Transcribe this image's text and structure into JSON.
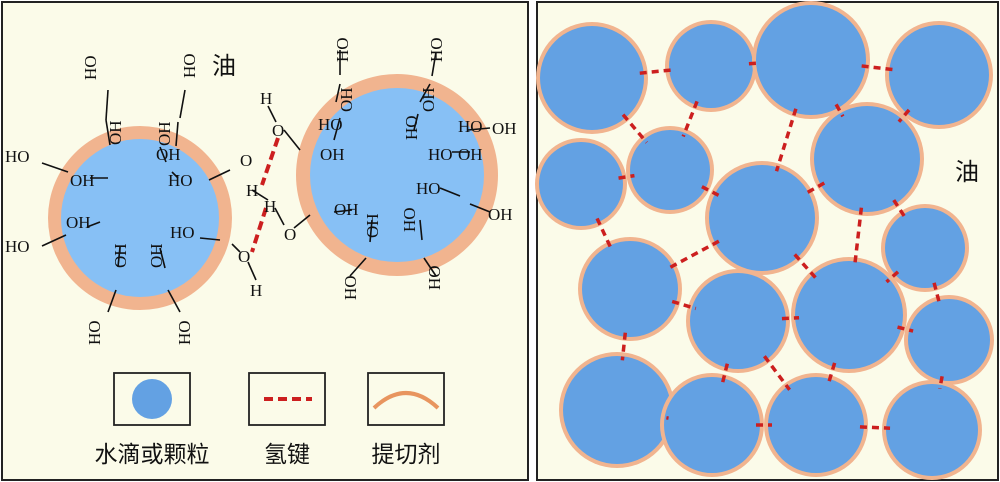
{
  "colors": {
    "background": "#fbfbe9",
    "border": "#222222",
    "droplet_fill": "#63a1e3",
    "droplet_inner_light": "#87c0f5",
    "surfactant_ring": "#f1b48f",
    "hydrogen_bond": "#cc1f1f",
    "bond_line": "#111111"
  },
  "left_panel": {
    "oil_label": "油",
    "hydroxyl": "OH",
    "hydroxyl_rev": "HO",
    "oxygen": "O",
    "hydrogen": "H"
  },
  "right_panel": {
    "oil_label": "油"
  },
  "legend": {
    "items": [
      {
        "label": "水滴或颗粒",
        "icon": "droplet-icon"
      },
      {
        "label": "氢键",
        "icon": "hydrogen-bond-icon"
      },
      {
        "label": "提切剂",
        "icon": "shear-agent-arc-icon"
      }
    ]
  }
}
